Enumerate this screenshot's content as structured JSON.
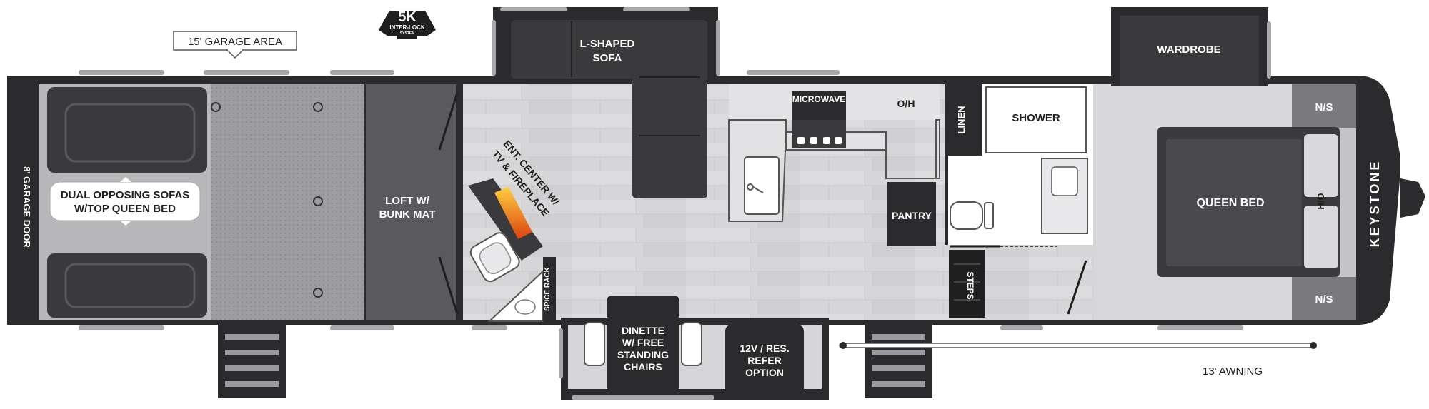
{
  "labels": {
    "garage_area": "15' GARAGE AREA",
    "garage_door": "8' GARAGE DOOR",
    "sofas_line1": "DUAL OPPOSING SOFAS",
    "sofas_line2": "W/TOP QUEEN BED",
    "loft_line1": "LOFT W/",
    "loft_line2": "BUNK MAT",
    "ent_line1": "ENT. CENTER W/",
    "ent_line2": "TV & FIREPLACE",
    "spice_rack": "SPICE RACK",
    "sofa_line1": "L-SHAPED",
    "sofa_line2": "SOFA",
    "microwave": "MICROWAVE",
    "oh": "O/H",
    "pantry": "PANTRY",
    "dinette_line1": "DINETTE",
    "dinette_line2": "W/ FREE",
    "dinette_line3": "STANDING",
    "dinette_line4": "CHAIRS",
    "refer_line1": "12V / RES.",
    "refer_line2": "REFER",
    "refer_line3": "OPTION",
    "linen": "LINEN",
    "shower": "SHOWER",
    "steps": "STEPS",
    "wardrobe": "WARDROBE",
    "queen_bed": "QUEEN BED",
    "ns_top": "N/S",
    "ns_bottom": "N/S",
    "ho": "H/O",
    "awning": "13' AWNING",
    "brand": "KEYSTONE"
  },
  "logo": {
    "line1": "5K",
    "line2": "INTER-LOCK",
    "line3": "SYSTEM"
  },
  "colors": {
    "wall": "#2b2b2d",
    "floor": "#d4d4d6",
    "garage_floor": "#9c9ca0",
    "furniture": "#3a3a3d",
    "counter": "#e1e1e3"
  }
}
